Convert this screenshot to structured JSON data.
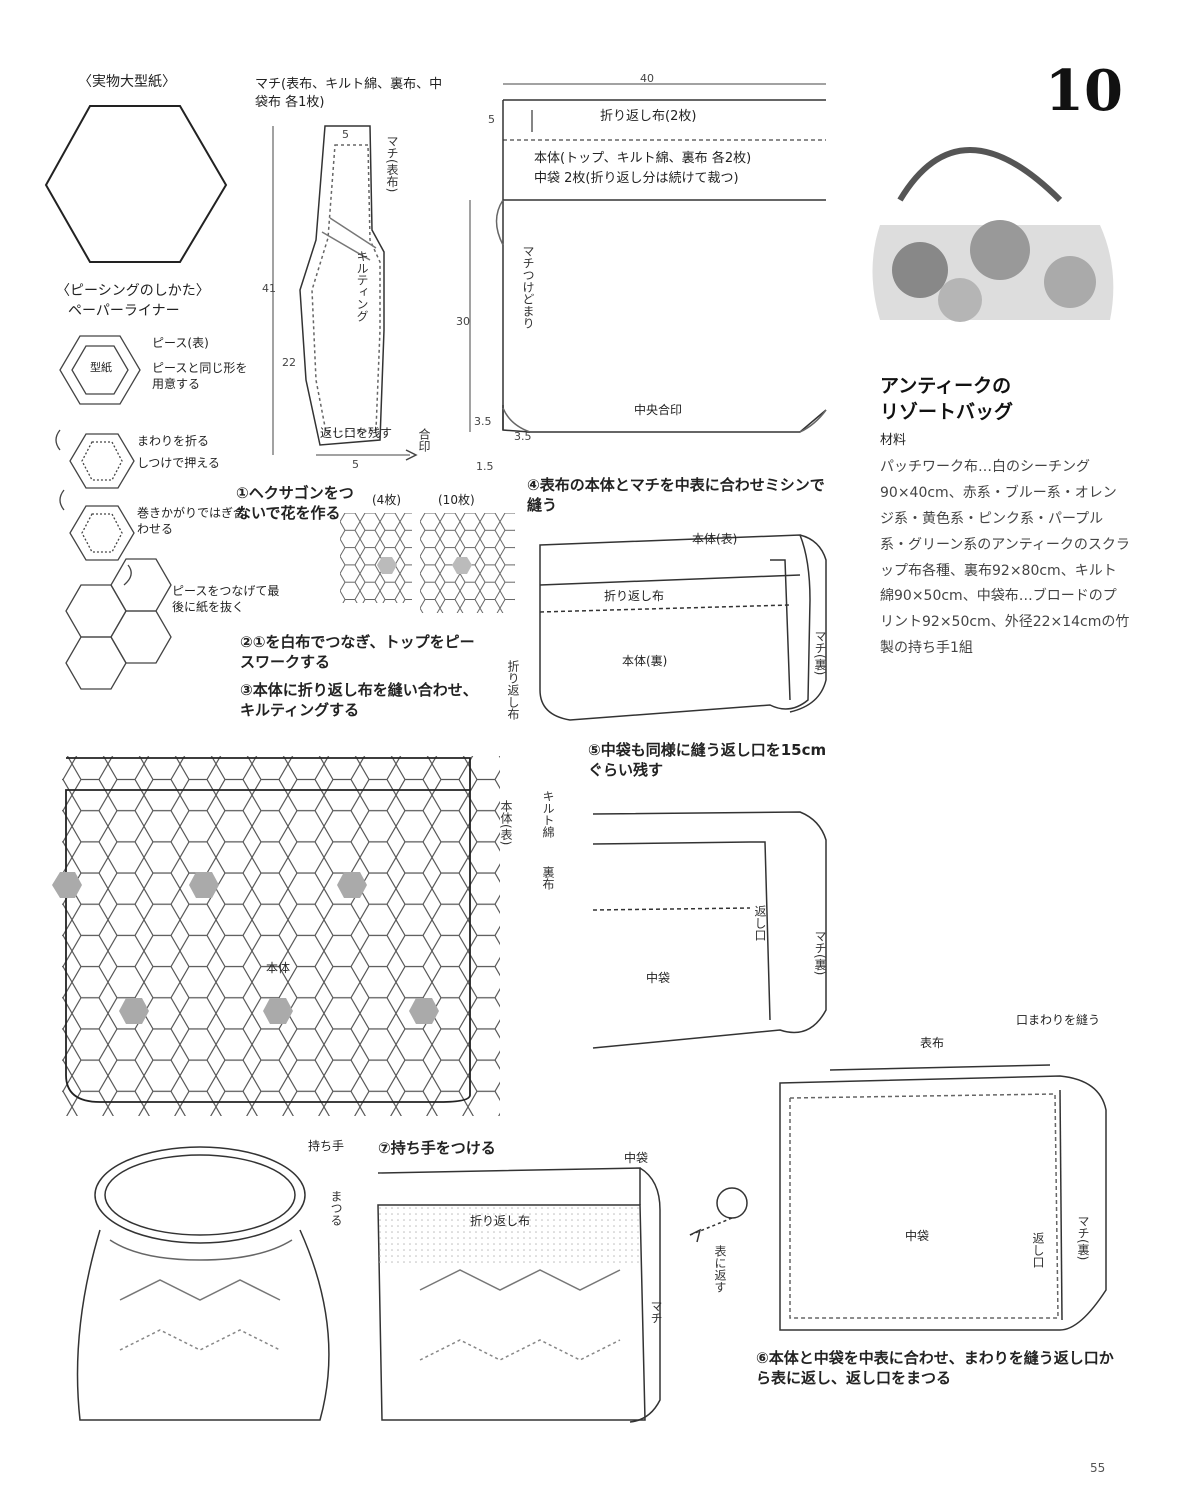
{
  "pattern_number": "10",
  "title": [
    "アンティークの",
    "リゾートバッグ"
  ],
  "materials": {
    "heading": "材料",
    "text": "パッチワーク布…白のシーチング90×40cm、赤系・ブルー系・オレンジ系・黄色系・ピンク系・パープル系・グリーン系のアンティークのスクラップ布各種、裏布92×80cm、キルト綿90×50cm、中袋布…ブロードのプリント92×50cm、外径22×14cmの竹製の持ち手1組"
  },
  "pattern_label": "〈実物大型紙〉",
  "piecing": {
    "title": "〈ピーシングのしかた〉",
    "subtitle": "ペーパーライナー",
    "labels": [
      "ピース(表)",
      "ピースと同じ形を用意する",
      "まわりを折る",
      "しつけで押える",
      "巻きかがりではぎ合わせる",
      "ピースをつなげて最後に紙を抜く"
    ],
    "paper": "型紙"
  },
  "gusset": {
    "label": "マチ(表布、キルト綿、裏布、中袋布 各1枚)",
    "pieces": [
      "マチ(表布)",
      "キルティング"
    ],
    "join": "返し口を残す",
    "center": "合印",
    "dims": [
      "5",
      "41",
      "22",
      "5"
    ]
  },
  "body": {
    "fold_label": "折り返し布(2枚)",
    "main_label": "本体(トップ、キルト綿、裏布 各2枚)",
    "lining_label": "中袋 2枚(折り返し分は続けて裁つ)",
    "gusset_pos": "マチつけどまり",
    "center": "中央合印",
    "dims": [
      "40",
      "5",
      "30",
      "3.5",
      "3.5",
      "1.5"
    ]
  },
  "steps": [
    "①ヘクサゴンをつないで花を作る",
    "②①を白布でつなぎ、トップをピースワークする",
    "③本体に折り返し布を縫い合わせ、キルティングする",
    "④表布の本体とマチを中表に合わせミシンで縫う",
    "⑤中袋も同様に縫う返し口を15cmぐらい残す",
    "⑥本体と中袋を中表に合わせ、まわりを縫う返し口から表に返し、返し口をまつる",
    "⑦持ち手をつける"
  ],
  "flower_labels": [
    "(4枚)",
    "(10枚)"
  ],
  "diagram_labels": {
    "honntai_omote": "本体(表)",
    "orikaeshi": "折り返し布",
    "honntai_ura": "本体(裏)",
    "machi_ura": "マチ(裏)",
    "nakabukuro": "中袋",
    "kaeshiguchi": "返し口",
    "honntai": "本体",
    "kiruto": "キルト綿",
    "urafu": "裏布",
    "omotefu": "表布",
    "kuchimawari": "口まわりを縫う",
    "omote_ni_kaesu": "表に返す",
    "mochite": "持ち手",
    "matsuru": "まつる",
    "machi": "マチ",
    "orikaeshi_fu": "折り返し布",
    "nakabukuro2": "中袋"
  },
  "page_number": "55"
}
